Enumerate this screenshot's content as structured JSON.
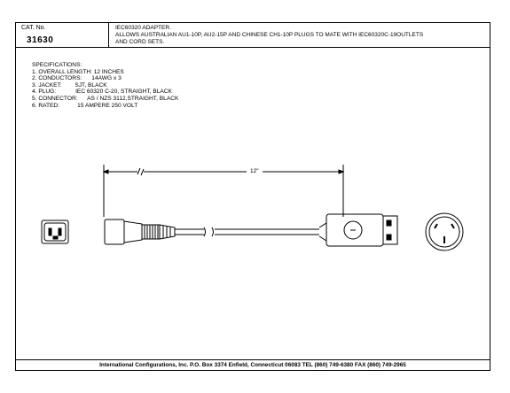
{
  "header": {
    "cat_label": "CAT. No.",
    "cat_number": "31630",
    "description": "IEC60320 ADAPTER.\nALLOWS AUSTRALIAN AU1-10P, AU2-15P AND CHINESE CH1-10P PLUGS TO MATE WITH IEC60320C-19OUTLETS\nAND CORD SETS."
  },
  "specs": {
    "title": "SPECIFICATIONS:",
    "items": [
      "1. OVERALL LENGTH: 12 INCHES",
      "2. CONDUCTORS:      14AWG x 3",
      "3. JACKET:        SJT, BLACK",
      "4. PLUG:            IEC 60320 C-20, STRAIGHT, BLACK",
      "5. CONNECTOR:      AS / NZS 3112,STRAIGHT, BLACK",
      "6. RATED:           15 AMPERE 250 VOLT"
    ]
  },
  "dimension": {
    "length_label": "12\""
  },
  "footer": {
    "text": "International Configurations, Inc.  P.O. Box 3374  Enfield, Connecticut 06083 TEL (860) 749-6380  FAX (860) 749-2965"
  }
}
